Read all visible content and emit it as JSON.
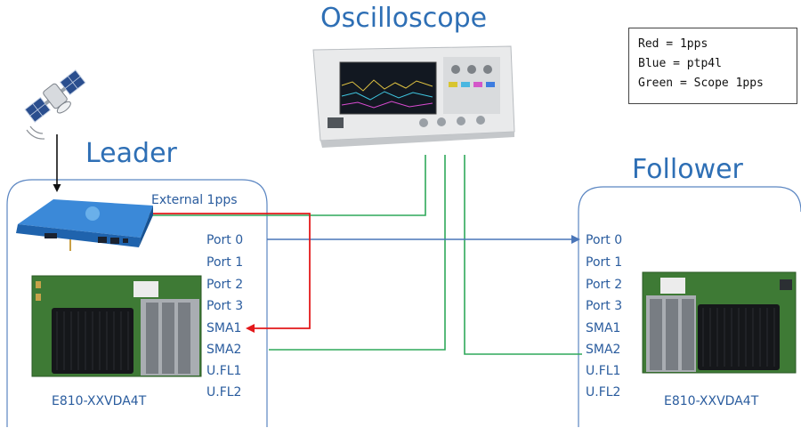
{
  "titles": {
    "oscilloscope": "Oscilloscope",
    "leader": "Leader",
    "follower": "Follower"
  },
  "leader": {
    "external_label": "External 1pps",
    "ports": [
      "Port 0",
      "Port 1",
      "Port 2",
      "Port 3",
      "SMA1",
      "SMA2",
      "U.FL1",
      "U.FL2"
    ],
    "card_label": "E810-XXVDA4T"
  },
  "follower": {
    "ports": [
      "Port 0",
      "Port 1",
      "Port 2",
      "Port 3",
      "SMA1",
      "SMA2",
      "U.FL1",
      "U.FL2"
    ],
    "card_label": "E810-XXVDA4T"
  },
  "legend": {
    "lines": [
      "Red = 1pps",
      "Blue = ptp4l",
      "Green = Scope 1pps"
    ]
  },
  "colors": {
    "red": "#e3191b",
    "blue": "#4a76b8",
    "green": "#2fa85a",
    "text_blue": "#2e6fb5",
    "box_border": "#5b86c2"
  },
  "icons": {
    "satellite": "satellite-icon",
    "gps_box": "gps-receiver-icon",
    "oscilloscope": "oscilloscope-icon",
    "nic_card": "nic-card-icon"
  }
}
